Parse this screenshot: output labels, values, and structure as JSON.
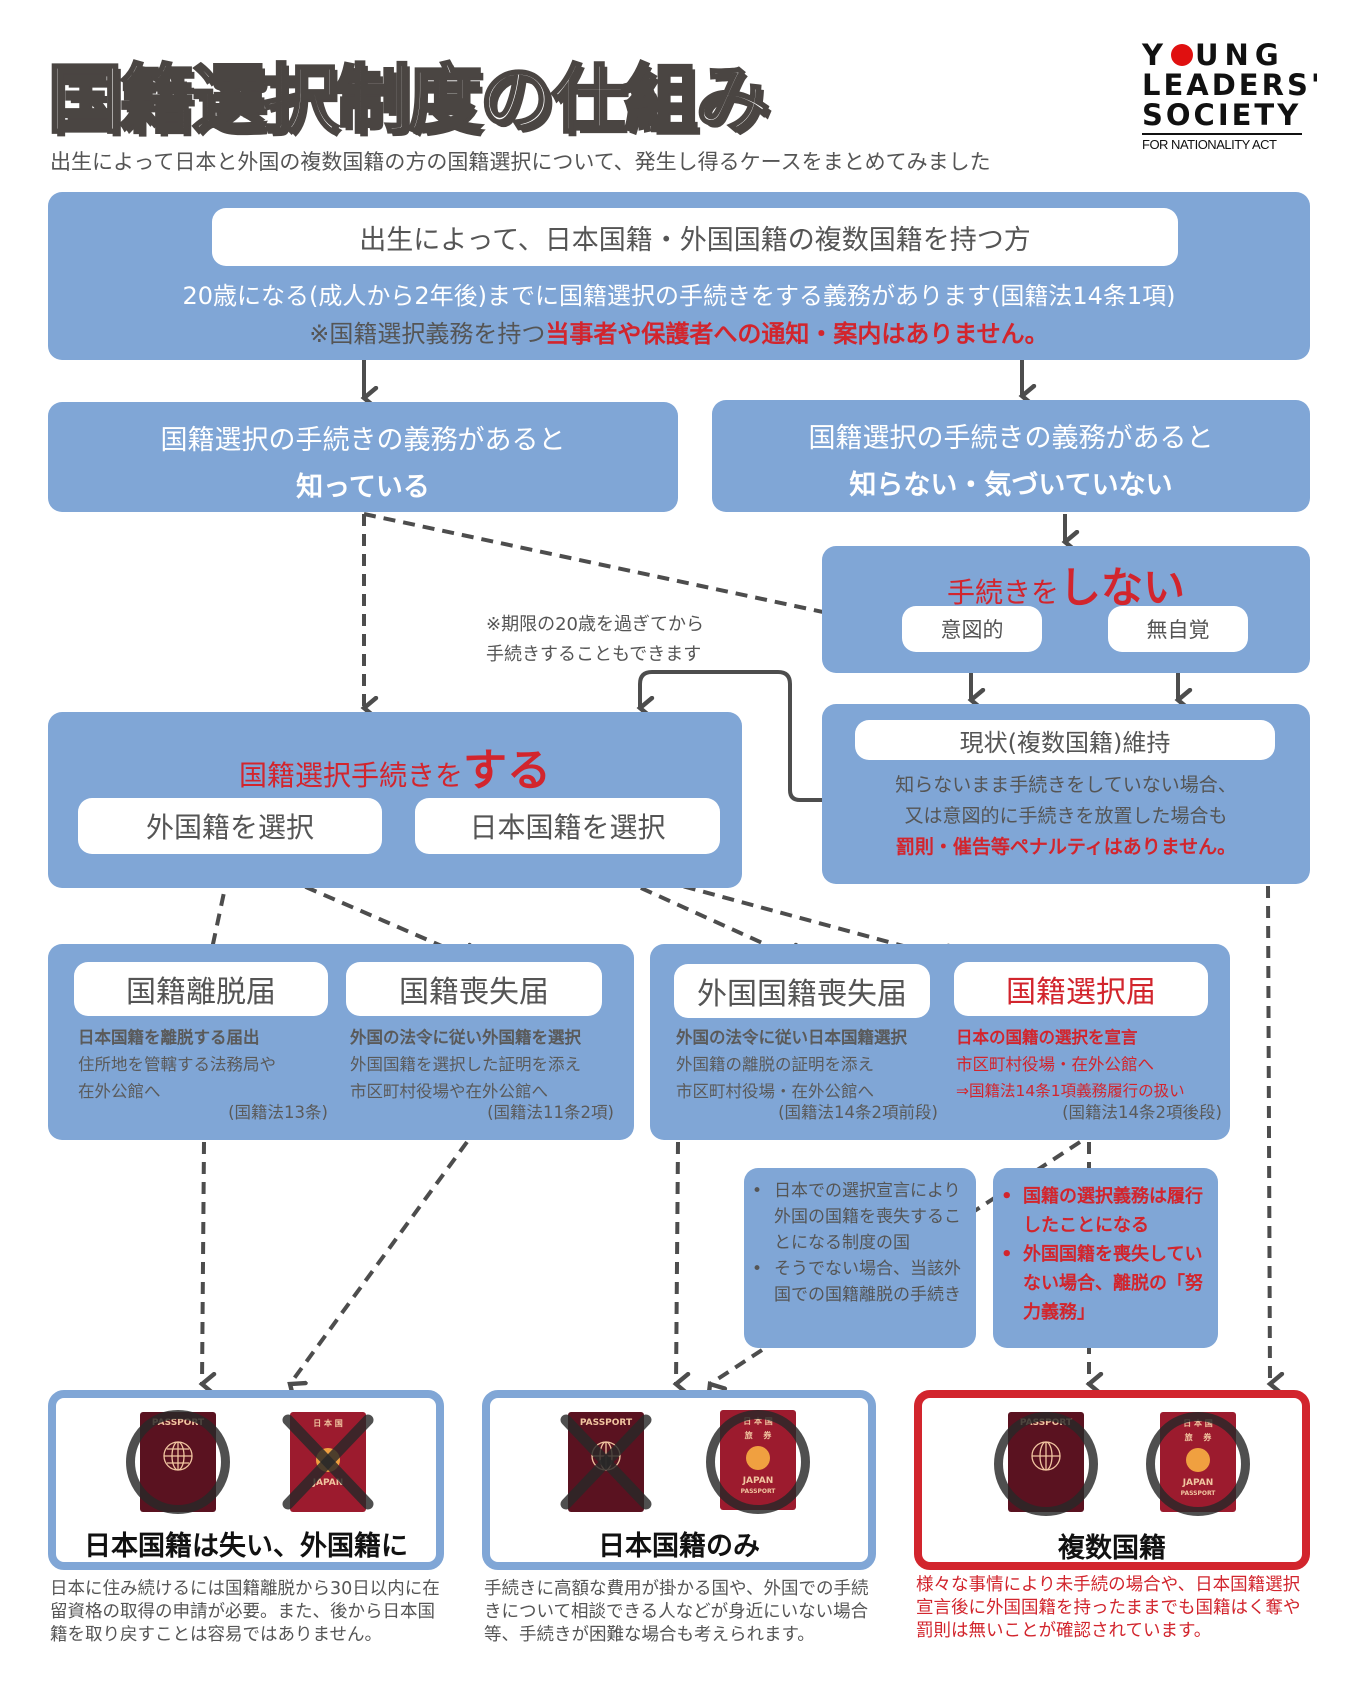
{
  "header": {
    "title": "国籍選択制度の仕組み",
    "subtitle": "出生によって日本と外国の複数国籍の方の国籍選択について、発生し得るケースをまとめてみました",
    "logo": {
      "line1_a": "Y",
      "line1_b": "UNG",
      "line2": "LEADERS'",
      "line3": "SOCIETY",
      "line4": "FOR NATIONALITY ACT",
      "accent_color": "#e01010"
    }
  },
  "top_box": {
    "heading": "出生によって、日本国籍・外国国籍の複数国籍を持つ方",
    "line1": "20歳になる(成人から2年後)までに国籍選択の手続きをする義務があります(国籍法14条1項)",
    "line2_prefix": "※国籍選択義務を持つ",
    "line2_emphasis": "当事者や保護者への通知・案内はありません。"
  },
  "aware_box": {
    "line1": "国籍選択の手続きの義務があると",
    "line2": "知っている"
  },
  "unaware_box": {
    "line1": "国籍選択の手続きの義務があると",
    "line2": "知らない・気づいていない"
  },
  "not_do_box": {
    "title_prefix": "手続きを",
    "title_emphasis": "しない",
    "option_intentional": "意図的",
    "option_unaware": "無自覚"
  },
  "late_note": {
    "line1": "※期限の20歳を過ぎてから",
    "line2": "手続きすることもできます"
  },
  "do_box": {
    "title_prefix": "国籍選択手続きを",
    "title_emphasis": "する",
    "option_foreign": "外国籍を選択",
    "option_japan": "日本国籍を選択"
  },
  "status_quo_box": {
    "heading": "現状(複数国籍)維持",
    "line1": "知らないまま手続きをしていない場合、",
    "line2": "又は意図的に手続きを放置した場合も",
    "line3": "罰則・催告等ペナルティはありません。"
  },
  "documents": [
    {
      "title": "国籍離脱届",
      "bold": "日本国籍を離脱する届出",
      "line1": "住所地を管轄する法務局や",
      "line2": "在外公館へ",
      "law": "(国籍法13条)"
    },
    {
      "title": "国籍喪失届",
      "bold": "外国の法令に従い外国籍を選択",
      "line1": "外国国籍を選択した証明を添え",
      "line2": "市区町村役場や在外公館へ",
      "law": "(国籍法11条2項)"
    },
    {
      "title": "外国国籍喪失届",
      "bold": "外国の法令に従い日本国籍選択",
      "line1": "外国籍の離脱の証明を添え",
      "line2": "市区町村役場・在外公館へ",
      "law": "(国籍法14条2項前段)"
    },
    {
      "title": "国籍選択届",
      "bold": "日本の国籍の選択を宣言",
      "line1": "市区町村役場・在外公館へ",
      "line2": "⇒国籍法14条1項義務履行の扱い",
      "law": "(国籍法14条2項後段)"
    }
  ],
  "notes": {
    "foreign_loss": [
      "日本での選択宣言により外国の国籍を喪失することになる制度の国",
      "そうでない場合、当該外国での国籍離脱の手続き"
    ],
    "declaration": [
      "国籍の選択義務は履行したことになる",
      "外国国籍を喪失していない場合、離脱の「努力義務」"
    ]
  },
  "results": [
    {
      "label": "日本国籍は失い、外国籍に",
      "foreign_passport": "kept",
      "japan_passport": "lost",
      "caption": "日本に住み続けるには国籍離脱から30日以内に在留資格の取得の申請が必要。また、後から日本国籍を取り戻すことは容易ではありません。"
    },
    {
      "label": "日本国籍のみ",
      "foreign_passport": "lost",
      "japan_passport": "kept",
      "caption": "手続きに高額な費用が掛かる国や、外国での手続きについて相談できる人などが身近にいない場合等、手続きが困難な場合も考えられます。"
    },
    {
      "label": "複数国籍",
      "foreign_passport": "kept",
      "japan_passport": "kept",
      "caption": "様々な事情により未手続の場合や、日本国籍選択宣言後に外国国籍を持ったままでも国籍はく奪や罰則は無いことが確認されています。"
    }
  ],
  "passport": {
    "foreign_label": "PASSPORT",
    "japan_label_top1": "日 本 国",
    "japan_label_top2": "旅　 券",
    "japan_label_bottom1": "JAPAN",
    "japan_label_bottom2": "PASSPORT"
  },
  "colors": {
    "box_blue": "#80a6d6",
    "accent_red": "#d2252d",
    "arrow_gray": "#4d4d4d",
    "text_gray": "#555555"
  }
}
